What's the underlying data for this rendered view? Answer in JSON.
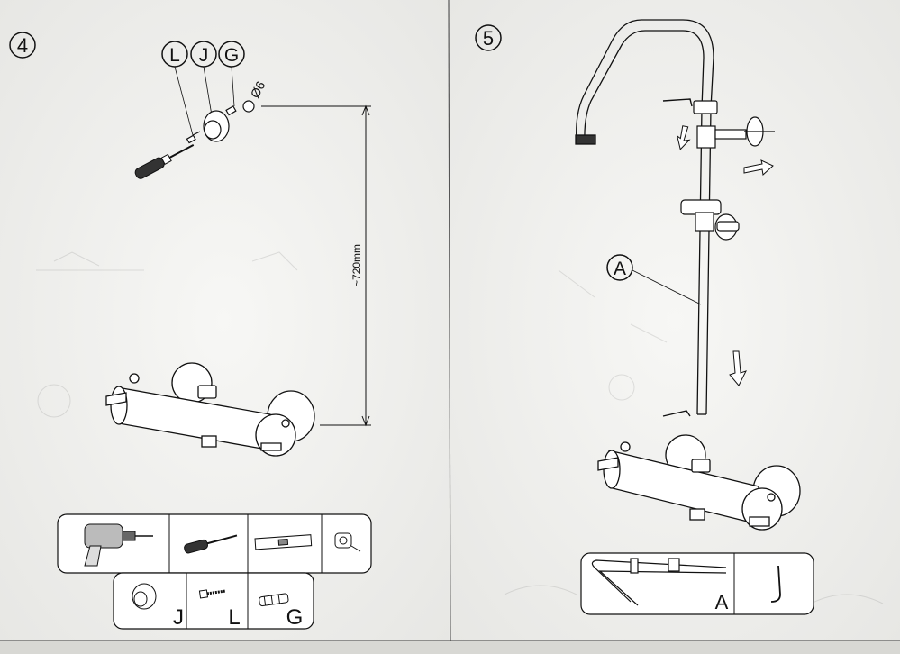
{
  "step4": {
    "number": "4",
    "part_labels": [
      "L",
      "J",
      "G"
    ],
    "drill_size": "Ø6",
    "distance": "~720mm",
    "parts_box_labels": [
      "J",
      "L",
      "G"
    ]
  },
  "step5": {
    "number": "5",
    "callout": "A",
    "box_labels": [
      "A",
      "J"
    ]
  },
  "colors": {
    "paper": "#f4f4f2",
    "line": "#111111"
  },
  "icons": [
    "drill-icon",
    "screwdriver-icon",
    "spirit-level-icon",
    "tape-measure-icon",
    "wall-bracket-icon",
    "screw-icon",
    "wall-plug-icon",
    "shower-rail-icon",
    "hook-icon"
  ]
}
